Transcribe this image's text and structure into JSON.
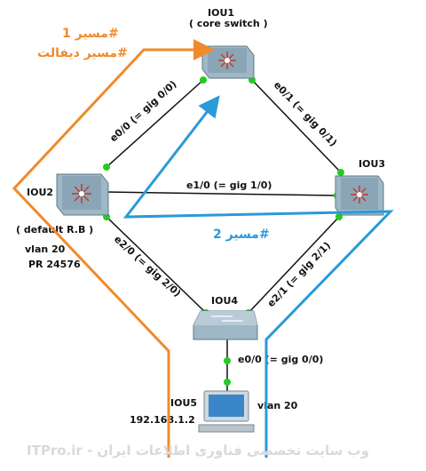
{
  "colors": {
    "link": "#111111",
    "port_dot": "#22cc22",
    "path1": "#f08a2b",
    "path2": "#2a9ad8",
    "switch_face": "#9fb8c6",
    "switch_dark": "#6f8a99",
    "footer": "#d9d9d9"
  },
  "nodes": {
    "iou1": {
      "name": "IOU1",
      "desc": "( core switch )",
      "icon": "multilayer-switch-icon"
    },
    "iou2": {
      "name": "IOU2",
      "desc": "( default R.B )",
      "vlan": "vlan 20",
      "priority": "PR 24576",
      "icon": "multilayer-switch-icon"
    },
    "iou3": {
      "name": "IOU3",
      "icon": "multilayer-switch-icon"
    },
    "iou4": {
      "name": "IOU4",
      "icon": "layer2-switch-icon"
    },
    "iou5": {
      "name": "IOU5",
      "ip": "192.168.1.2",
      "vlan": "vlan 20",
      "icon": "pc-icon"
    }
  },
  "links": {
    "iou1_iou2": "e0/0 (= gig 0/0)",
    "iou1_iou3": "e0/1 (= gig 0/1)",
    "iou2_iou3": "e1/0 (= gig 1/0)",
    "iou2_iou4": "e2/0 (= gig 2/0)",
    "iou3_iou4": "e2/1 (= gig 2/1)",
    "iou4_iou5": "e0/0 (= gig 0/0)"
  },
  "paths": {
    "path1_title": "مسیر 1#",
    "path1_subtitle": "مسیر دیفالت#",
    "path2_title": "مسیر 2#"
  },
  "footer": "ITPro.ir - وب سایت تخصصی فناوری اطلاعات ایران"
}
